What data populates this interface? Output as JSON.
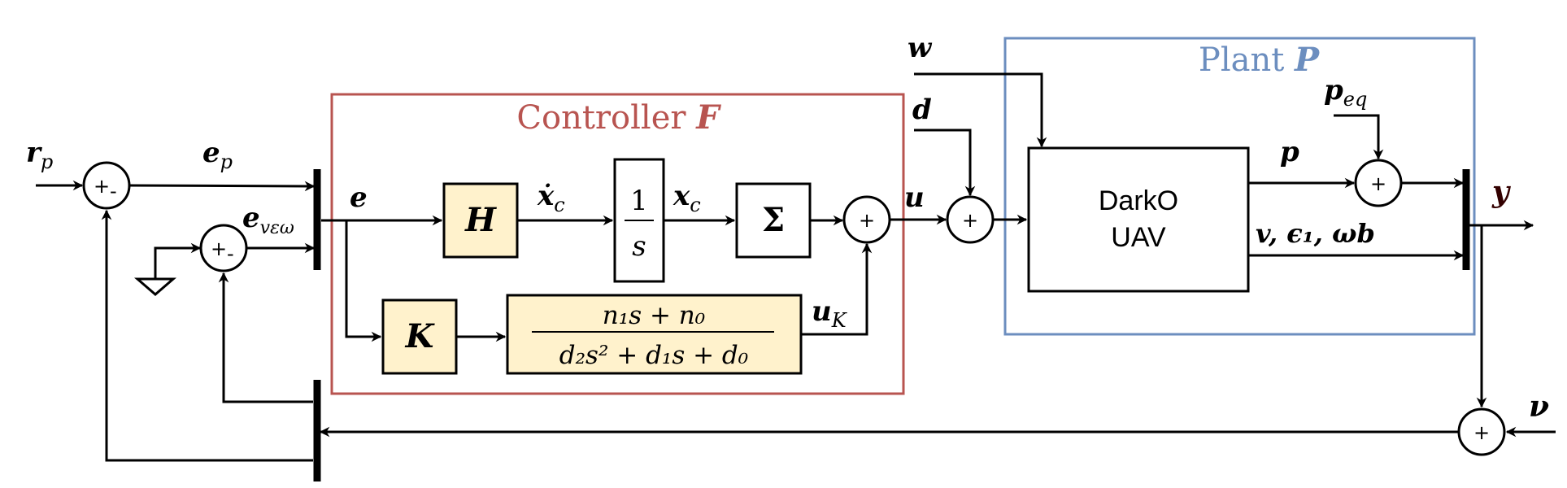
{
  "colors": {
    "controller": "#b85450",
    "plant": "#6c8ebf",
    "block_fill": "#fff2cc",
    "output_y": "#330000"
  },
  "controller": {
    "title_text": "Controller",
    "title_symbol": "F"
  },
  "plant": {
    "title_text": "Plant",
    "title_symbol": "P"
  },
  "blocks": {
    "H": "H",
    "integrator_num": "1",
    "integrator_den": "s",
    "sigma": "Σ",
    "K": "K",
    "tf_num": "n₁s + n₀",
    "tf_den": "d₂s² + d₁s + d₀",
    "uav_line1": "DarkO",
    "uav_line2": "UAV"
  },
  "signals": {
    "r_p": {
      "main": "r",
      "sub": "p"
    },
    "e_p": {
      "main": "e",
      "sub": "p"
    },
    "e_vew": {
      "main": "e",
      "sub": "vεω"
    },
    "e": "e",
    "xdot_c": {
      "main": "ẋ",
      "sub": "c"
    },
    "x_c": {
      "main": "x",
      "sub": "c"
    },
    "u_K": {
      "main": "u",
      "sub": "K"
    },
    "u": "u",
    "w": "w",
    "d": "d",
    "p": "p",
    "p_eq": {
      "main": "p",
      "sub": "eq"
    },
    "states": "v, ϵ₁, ωb",
    "y": "y",
    "nu": "ν"
  },
  "sums": {
    "s1": {
      "sign_a": "+",
      "sign_b": "-"
    },
    "s2": {
      "sign_a": "+",
      "sign_b": "-"
    },
    "s3": {
      "sign": "+"
    },
    "s4": {
      "sign": "+"
    },
    "s5": {
      "sign": "+"
    },
    "s6": {
      "sign": "+"
    }
  }
}
